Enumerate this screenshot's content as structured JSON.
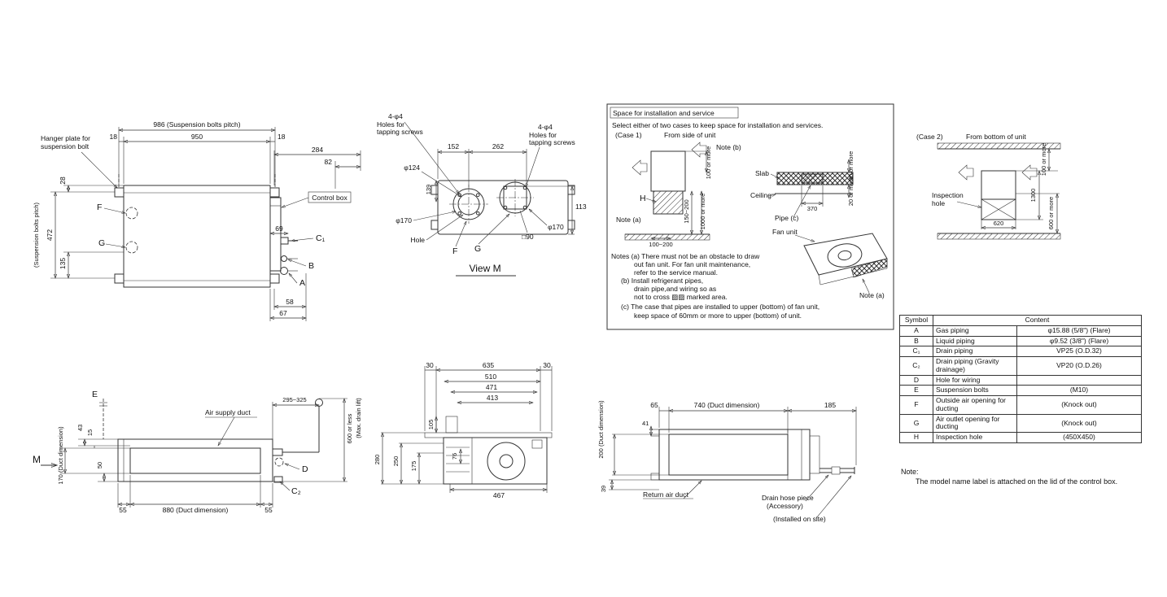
{
  "front_view": {
    "dim_986": "986 (Suspension bolts pitch)",
    "dim_18_left": "18",
    "dim_950": "950",
    "dim_18_right": "18",
    "dim_284": "284",
    "dim_82": "82",
    "hanger_label_1": "Hanger plate for",
    "hanger_label_2": "suspension bolt",
    "dim_28": "28",
    "dim_472": "472",
    "pitch_label": "(Suspension bolts pitch)",
    "dim_135": "135",
    "label_f": "F",
    "label_g": "G",
    "control_box": "Control box",
    "dim_69": "69",
    "label_c1": "C₁",
    "label_b": "B",
    "label_a": "A",
    "dim_58": "58",
    "dim_67": "67"
  },
  "view_m": {
    "tapping_1": "4-φ4",
    "tapping_2": "Holes for",
    "tapping_3": "tapping screws",
    "dim_152": "152",
    "dim_262": "262",
    "dia_124": "φ124",
    "dim_139": "139",
    "dia_170": "φ170",
    "hole": "Hole",
    "label_f": "F",
    "label_g": "G",
    "dim_113": "113",
    "sq_90": "□90",
    "title": "View M"
  },
  "installation": {
    "title": "Space for installation and service",
    "intro": "Select either of two cases to keep space for installation and services.",
    "case1_label": "(Case 1)",
    "case1_sub": "From side of unit",
    "note_b": "Note (b)",
    "dim_100_or_more": "100 or more",
    "label_h": "H",
    "note_a": "Note (a)",
    "dim_150_200": "150~200",
    "dim_1000_or_more": "1000 or more",
    "dim_100_200": "100~200",
    "slab": "Slab",
    "ceiling": "Ceiling",
    "dim_370": "370",
    "dim_20_or_more": "20 or more",
    "pipe_c": "Pipe (c)",
    "fan_unit": "Fan unit",
    "notes": [
      "Notes (a) There must not be an obstacle to draw",
      "out fan unit. For fan unit maintenance,",
      "refer to the service manual.",
      "(b) Install refrigerant pipes,",
      "drain pipe,and wiring so as",
      "not to cross ▨▨ marked area.",
      "(c) The case that pipes are installed to upper (bottom) of fan unit,",
      "keep space of 60mm or more to upper (bottom) of unit."
    ]
  },
  "case2": {
    "label": "(Case 2)",
    "sub": "From bottom of unit",
    "dim_100_or_more": "100 or more",
    "dim_1300": "1300",
    "dim_600_or_more": "600 or more",
    "inspection_1": "Inspection",
    "inspection_2": "hole",
    "dim_620": "620"
  },
  "table": {
    "header_symbol": "Symbol",
    "header_content": "Content",
    "rows": [
      {
        "symbol": "A",
        "name": "Gas piping",
        "value": "φ15.88 (5/8\") (Flare)"
      },
      {
        "symbol": "B",
        "name": "Liquid piping",
        "value": "φ9.52 (3/8\") (Flare)"
      },
      {
        "symbol": "C₁",
        "name": "Drain piping",
        "value": "VP25 (O.D.32)"
      },
      {
        "symbol": "C₂",
        "name": "Drain piping (Gravity drainage)",
        "value": "VP20 (O.D.26)"
      },
      {
        "symbol": "D",
        "name": "Hole for wiring",
        "value": ""
      },
      {
        "symbol": "E",
        "name": "Suspension bolts",
        "value": "(M10)"
      },
      {
        "symbol": "F",
        "name": "Outside air opening for ducting",
        "value": "(Knock out)"
      },
      {
        "symbol": "G",
        "name": "Air outlet opening for ducting",
        "value": "(Knock out)"
      },
      {
        "symbol": "H",
        "name": "Inspection hole",
        "value": "(450X450)"
      }
    ]
  },
  "note": {
    "label": "Note:",
    "text": "The model name label is attached on the lid of the control box."
  },
  "side_view": {
    "label_e": "E",
    "label_m": "M",
    "dim_43": "43",
    "dim_15": "15",
    "dim_170": "170 (Duct dimension)",
    "dim_50": "50",
    "air_supply_duct": "Air supply duct",
    "dim_295_325": "295~325",
    "dim_600_1": "600 or less",
    "dim_600_2": "(Max. drain lift)",
    "label_d": "D",
    "label_c2": "C₂",
    "dim_55_l": "55",
    "dim_880": "880 (Duct dimension)",
    "dim_55_r": "55"
  },
  "end_view": {
    "dim_30_l": "30",
    "dim_635": "635",
    "dim_30_r": "30",
    "dim_510": "510",
    "dim_471": "471",
    "dim_413": "413",
    "dim_105": "105",
    "dim_280": "280",
    "dim_250": "250",
    "dim_175": "175",
    "dim_76": "76",
    "dim_467": "467"
  },
  "bottom_view": {
    "dim_200": "200 (Duct dimension)",
    "dim_65": "65",
    "dim_740": "740 (Duct dimension)",
    "dim_185": "185",
    "dim_41": "41",
    "dim_39": "39",
    "return_air_duct": "Return air duct",
    "drain_1": "Drain hose piece",
    "drain_2": "(Accessory)",
    "drain_3": "(Installed on site)"
  }
}
